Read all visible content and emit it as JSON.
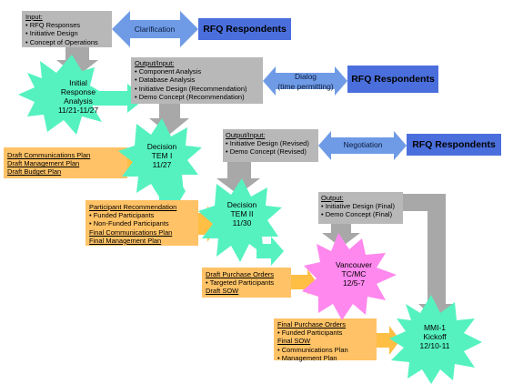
{
  "colors": {
    "gray_box": "#b8b8b8",
    "gray_arrow": "#a8a8a8",
    "blue_arrow": "#6f9be6",
    "respondents_box": "#4a6fdd",
    "decision_star": "#55f2c0",
    "vancouver_star": "#ff88ee",
    "orange_box": "#ffc266",
    "orange_arrow": "#ffbe44"
  },
  "input_box": {
    "title": "Input:",
    "items": [
      "RFQ Responses",
      "Initiative Design",
      "Concept of Operations"
    ]
  },
  "clarification": {
    "label": "Clarification",
    "target": "RFQ Respondents"
  },
  "initial_analysis": {
    "lines": [
      "Initial",
      "Response",
      "Analysis",
      "11/21-11/27"
    ]
  },
  "output_input_1": {
    "title": "Output/Input:",
    "items": [
      "Component Analysis",
      "Database Analysis",
      "Initiative Design (Recommendation)",
      "Demo Concept (Recommendation)"
    ]
  },
  "dialog": {
    "label_line1": "Dialog",
    "label_line2": "(time permitting)",
    "target": "RFQ Respondents"
  },
  "decision_1": {
    "lines": [
      "Decision",
      "TEM I",
      "11/27"
    ]
  },
  "draft_plans": {
    "items": [
      "Draft Communications Plan",
      "Draft Management Plan",
      "Draft Budget Plan"
    ]
  },
  "output_input_2": {
    "title": "Output/Input:",
    "items": [
      "Initiative Design (Revised)",
      "Demo Concept (Revised)"
    ]
  },
  "negotiation": {
    "label": "Negotiation",
    "target": "RFQ Respondents"
  },
  "participant_box": {
    "title": "Participant Recommendation",
    "items": [
      "Funded Participants",
      "Non-Funded Participants"
    ],
    "plans": [
      "Final Communications Plan",
      "Final Management Plan"
    ]
  },
  "decision_2": {
    "lines": [
      "Decision",
      "TEM II",
      "11/30"
    ]
  },
  "output_final": {
    "title": "Output:",
    "items": [
      "Initiative Design (Final)",
      "Demo Concept (Final)"
    ]
  },
  "draft_purchase": {
    "title": "Draft Purchase Orders",
    "items": [
      "Targeted Participants"
    ],
    "sow": "Draft SOW"
  },
  "vancouver": {
    "lines": [
      "Vancouver",
      "TC/MC",
      "12/5-7"
    ]
  },
  "final_purchase": {
    "title": "Final Purchase Orders",
    "items": [
      "Funded Participants"
    ],
    "sow": "Final SOW",
    "items2": [
      "Communications Plan",
      "Management Plan"
    ]
  },
  "kickoff": {
    "lines": [
      "MMI-1",
      "Kickoff",
      "12/10-11"
    ]
  }
}
